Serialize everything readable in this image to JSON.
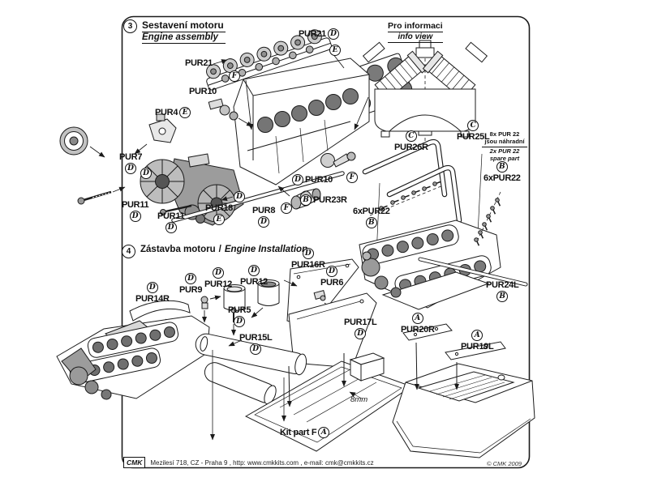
{
  "colors": {
    "ink": "#1b1b1b",
    "shade_dark": "#757575",
    "shade_mid": "#9b9b9b",
    "shade_light": "#c9c9c9"
  },
  "s3": {
    "header": {
      "num": "3",
      "cz": "Sestavení motoru",
      "en": "Engine assembly"
    },
    "info": {
      "cz": "Pro informaci",
      "en": "info view"
    },
    "note": {
      "l1": "8x PUR 22",
      "l2": "jsou náhradní",
      "l3": "2x PUR 22",
      "l4": "spare part"
    },
    "pur21_left": {
      "text": "PUR21",
      "letter": "F"
    },
    "pur21_right": {
      "text": "PUR21",
      "letter": "D",
      "letter2": "E"
    },
    "pur10_top": {
      "text": "PUR10"
    },
    "pur4": {
      "text": "PUR4",
      "letter": "E"
    },
    "pur7": {
      "text": "PUR7",
      "letter": "D"
    },
    "d_fan": {
      "letter": "D"
    },
    "d_fan2": {
      "letter": "D"
    },
    "pur11_a": {
      "text": "PUR11",
      "letter": "D"
    },
    "pur11_b": {
      "text": "PUR11",
      "letter": "D"
    },
    "pur18": {
      "text": "PUR18",
      "letter": "E"
    },
    "pur8": {
      "text": "PUR8",
      "letter": "D",
      "letter2": "F"
    },
    "pur10_mid": {
      "text": "PUR10",
      "letter": "D",
      "letter2": "F"
    },
    "pur23r": {
      "text": "PUR23R",
      "letter": "B"
    },
    "pur22_left": {
      "text": "6xPUR22",
      "letter": "B"
    },
    "pur26r": {
      "text": "PUR26R",
      "letter": "C"
    },
    "pur25l": {
      "text": "PUR25L",
      "letter": "C"
    },
    "pur22_right": {
      "text": "6xPUR22",
      "letter": "B"
    },
    "pur24l": {
      "text": "PUR24L",
      "letter": "B"
    }
  },
  "s4": {
    "header": {
      "num": "4",
      "cz": "Zástavba motoru",
      "sep": "/",
      "en": "Engine Installation"
    },
    "pur14r": {
      "text": "PUR14R",
      "letter": "D"
    },
    "pur9": {
      "text": "PUR9",
      "letter": "D"
    },
    "pur12_a": {
      "text": "PUR12",
      "letter": "D"
    },
    "pur12_b": {
      "text": "PUR12",
      "letter": "D"
    },
    "pur5": {
      "text": "PUR5",
      "letter": "D"
    },
    "pur16r": {
      "text": "PUR16R",
      "letter": "D"
    },
    "pur6": {
      "text": "PUR6",
      "letter": "D"
    },
    "pur17l": {
      "text": "PUR17L",
      "letter": "D"
    },
    "pur15l": {
      "text": "PUR15L",
      "letter": "D"
    },
    "pur20r": {
      "text": "PUR20R",
      "letter": "A"
    },
    "pur19l": {
      "text": "PUR19L",
      "letter": "A"
    },
    "kit_part": {
      "text": "Kit part F",
      "letter": "A"
    },
    "dimension": "8mm"
  },
  "footer": {
    "logo": "CMK",
    "address": "Mezilesí 718, CZ - Praha 9 , http: www.cmkkits.com , e-mail: cmk@cmkkits.cz",
    "copyright": "© CMK 2009"
  }
}
